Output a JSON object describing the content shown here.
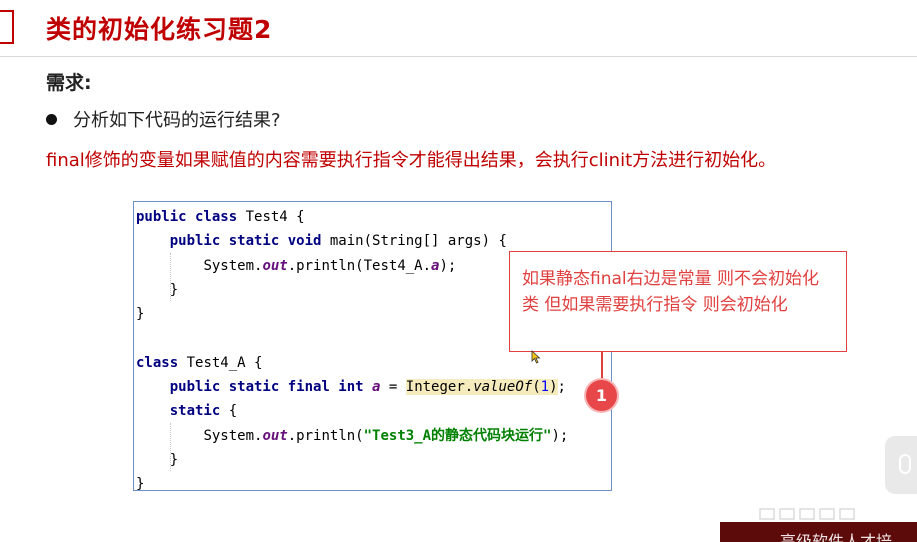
{
  "slide": {
    "title": "类的初始化练习题2",
    "requirement_heading": "需求:",
    "bullet": "分析如下代码的运行结果?",
    "note": "final修饰的变量如果赋值的内容需要执行指令才能得出结果，会执行clinit方法进行初始化。"
  },
  "code": {
    "l1_kw": "public class",
    "l1_rest": " Test4 {",
    "l2_kw": "public static void",
    "l2_rest": " main(String[] args) {",
    "l3_a": "System.",
    "l3_field": "out",
    "l3_b": ".println(Test4_A.",
    "l3_var": "a",
    "l3_c": ");",
    "l4": "}",
    "l5": "}",
    "l7_kw": "class",
    "l7_rest": " Test4_A {",
    "l8_kw": "public static final int",
    "l8_var": "a",
    "l8_eq": " = ",
    "l8_hl_a": "Integer.",
    "l8_method": "valueOf",
    "l8_paren_open": "(",
    "l8_num": "1",
    "l8_paren_close": ")",
    "l8_end": ";",
    "l9_kw": "static",
    "l9_rest": " {",
    "l10_a": "System.",
    "l10_field": "out",
    "l10_b": ".println(",
    "l10_str": "\"Test3_A的静态代码块运行\"",
    "l10_c": ");",
    "l11": "}",
    "l12": "}"
  },
  "annotation": {
    "text": "如果静态final右边是常量 则不会初始化类 但如果需要执行指令 则会初始化",
    "badge": "1"
  },
  "footer": {
    "brand_text": "高级软件人才培"
  },
  "colors": {
    "title_red": "#c00000",
    "callout_red": "#e0403f",
    "badge_red": "#e8474a",
    "keyword_blue": "#000080",
    "string_green": "#008000"
  }
}
